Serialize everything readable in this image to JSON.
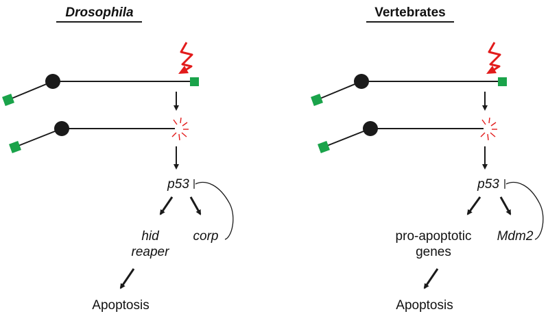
{
  "colors": {
    "ink": "#1a1a1a",
    "break_signal": "#e21b1b",
    "telomere": "#1aa34a"
  },
  "icons": {
    "dna_damage": "lightning-bolt-icon",
    "chromosome_end": "green-square-icon",
    "centromere": "black-circle-icon",
    "double_strand_break": "burst-lines-icon"
  },
  "panels": [
    {
      "title": "Drosophila",
      "p53": "p53",
      "targets": [
        {
          "lines": [
            "hid",
            "reaper"
          ],
          "italic": true
        },
        {
          "lines": [
            "corp"
          ],
          "italic": true
        }
      ],
      "outcome": "Apoptosis"
    },
    {
      "title": "Vertebrates",
      "p53": "p53",
      "targets": [
        {
          "lines": [
            "pro-apoptotic",
            "genes"
          ],
          "italic": false
        },
        {
          "lines": [
            "Mdm2"
          ],
          "italic": true
        }
      ],
      "outcome": "Apoptosis"
    }
  ]
}
